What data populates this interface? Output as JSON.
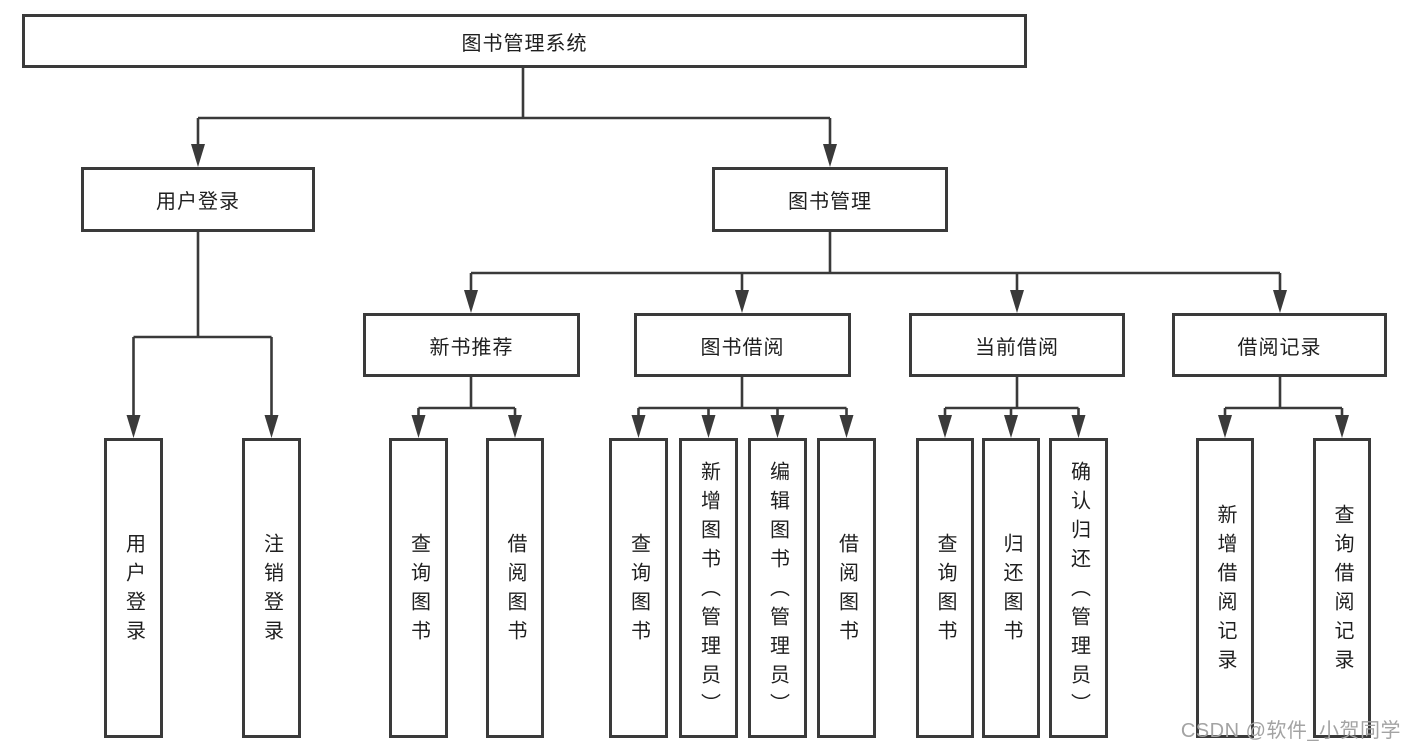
{
  "tree": {
    "label": "图书管理系统",
    "children": [
      {
        "label": "用户登录",
        "children": [
          {
            "label": "用户登录"
          },
          {
            "label": "注销登录"
          }
        ]
      },
      {
        "label": "图书管理",
        "children": [
          {
            "label": "新书推荐",
            "children": [
              {
                "label": "查询图书"
              },
              {
                "label": "借阅图书"
              }
            ]
          },
          {
            "label": "图书借阅",
            "children": [
              {
                "label": "查询图书"
              },
              {
                "label": "新增图书（管理员）"
              },
              {
                "label": "编辑图书（管理员）"
              },
              {
                "label": "借阅图书"
              }
            ]
          },
          {
            "label": "当前借阅",
            "children": [
              {
                "label": "查询图书"
              },
              {
                "label": "归还图书"
              },
              {
                "label": "确认归还（管理员）"
              }
            ]
          },
          {
            "label": "借阅记录",
            "children": [
              {
                "label": "新增借阅记录"
              },
              {
                "label": "查询借阅记录"
              }
            ]
          }
        ]
      }
    ]
  },
  "watermark": {
    "text": "CSDN @软件_小贺同学"
  },
  "colors": {
    "line": "#3a3a3a",
    "box_border": "#3a3a3a",
    "box_fill": "#ffffff",
    "text": "#1f1f1f",
    "watermark": "#a3a3a3"
  }
}
